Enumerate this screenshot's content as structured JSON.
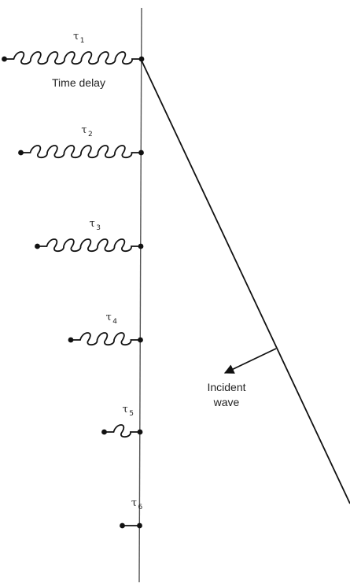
{
  "delay_elements": [
    {
      "label": "τ",
      "sub": "1",
      "waves": 7
    },
    {
      "label": "τ",
      "sub": "2",
      "waves": 6
    },
    {
      "label": "τ",
      "sub": "3",
      "waves": 5
    },
    {
      "label": "τ",
      "sub": "4",
      "waves": 3
    },
    {
      "label": "τ",
      "sub": "5",
      "waves": 1
    },
    {
      "label": "τ",
      "sub": "6",
      "waves": 0
    }
  ],
  "annotations": {
    "time_delay": "Time delay",
    "incident_wave_line1": "Incident",
    "incident_wave_line2": "wave"
  }
}
